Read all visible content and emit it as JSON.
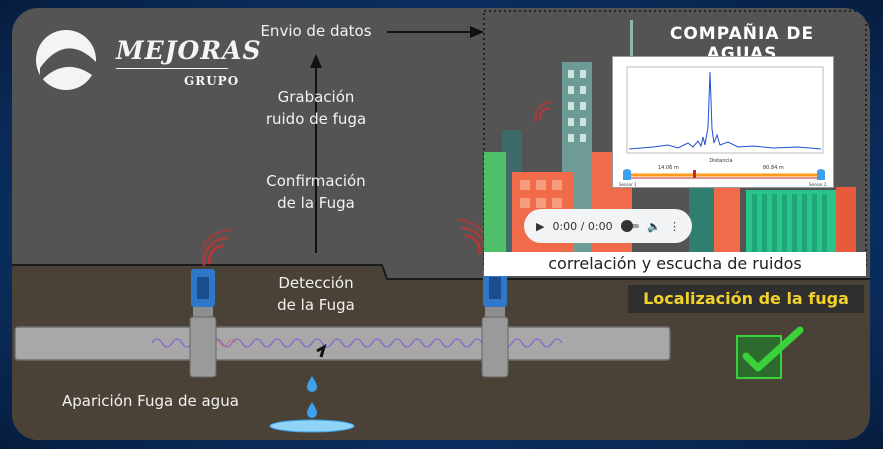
{
  "logo": {
    "name": "MEJORAS",
    "sub": "GRUPO"
  },
  "flow": {
    "send_data": "Envio de datos",
    "recording": [
      "Grabación",
      "ruido de fuga"
    ],
    "confirmation": [
      "Confirmación",
      "de la Fuga"
    ],
    "detection": [
      "Detección",
      "de la Fuga"
    ],
    "leak_appearance": "Aparición Fuga de agua"
  },
  "company": {
    "title": "COMPAÑIA DE AGUAS",
    "correlation": "correlación y escucha de ruidos",
    "localization": "Localización de la fuga"
  },
  "chart": {
    "xlabel": "Distancia",
    "left_distance": "14.06 m",
    "right_distance": "80.84 m",
    "left_sensor": "Sensor 1",
    "right_sensor": "Sensor 2"
  },
  "audio": {
    "time": "0:00 / 0:00"
  },
  "colors": {
    "background": "#545454",
    "ground": "#4b4237",
    "pipe": "#a8a8a8",
    "sensor_blue": "#2f78c9",
    "accent_yellow": "#f2d22a",
    "check_green": "#3ad13a",
    "leak_wave": "#8a5cd6"
  },
  "icons": [
    "sensor-icon",
    "signal-waves-icon",
    "water-drop-icon",
    "checkmark-icon",
    "play-icon",
    "volume-icon",
    "more-vertical-icon"
  ]
}
